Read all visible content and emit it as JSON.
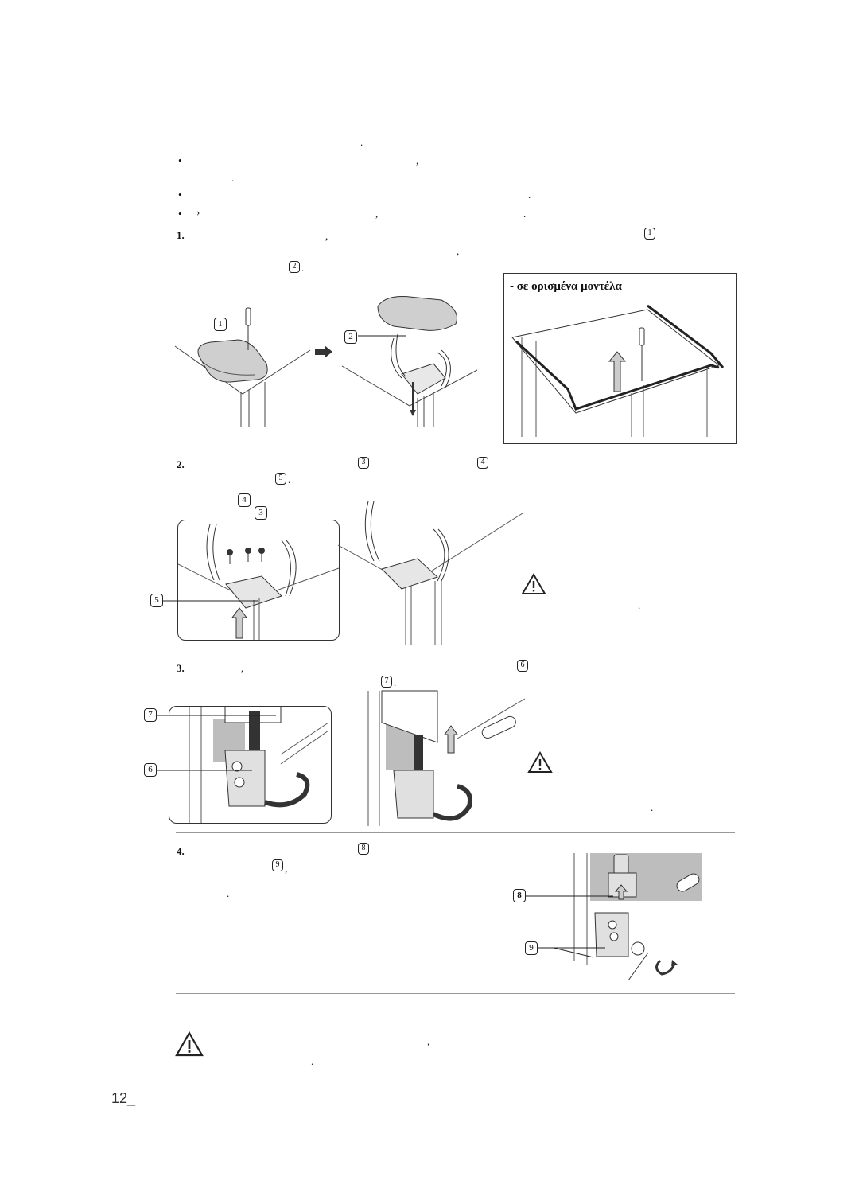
{
  "intro": {
    "dot1": ".",
    "b1_comma": ",",
    "b1_dot": ".",
    "b2_dot": ".",
    "b3_mark": "›",
    "b3_comma": ",",
    "b3_dot": "."
  },
  "bullet_char": "•",
  "step1": {
    "num": "1.",
    "comma1": ",",
    "comma2": ",",
    "ref1": "1",
    "ref2": "2",
    "ref2_suffix": ".",
    "caption": "- σε ορισμένα μοντέλα"
  },
  "step2": {
    "num": "2.",
    "ref3": "3",
    "ref4": "4",
    "ref5": "5",
    "ref5_suffix": ".",
    "warn_dot": "."
  },
  "step3": {
    "num": "3.",
    "comma": ",",
    "ref6": "6",
    "ref7": "7",
    "ref7_suffix": ".",
    "warn_dot": "."
  },
  "step4": {
    "num": "4.",
    "ref8": "8",
    "ref9": "9",
    "ref9_suffix": ",",
    "dot": "."
  },
  "footer_warning": {
    "comma": ",",
    "dot": "."
  },
  "figure_labels": {
    "f1_a": "1",
    "f1_b": "2",
    "f2_a": "4",
    "f2_b": "3",
    "f2_c": "5",
    "f3_a": "7",
    "f3_b": "6",
    "f4_a": "8",
    "f4_b": "9"
  },
  "page_number": "12_"
}
